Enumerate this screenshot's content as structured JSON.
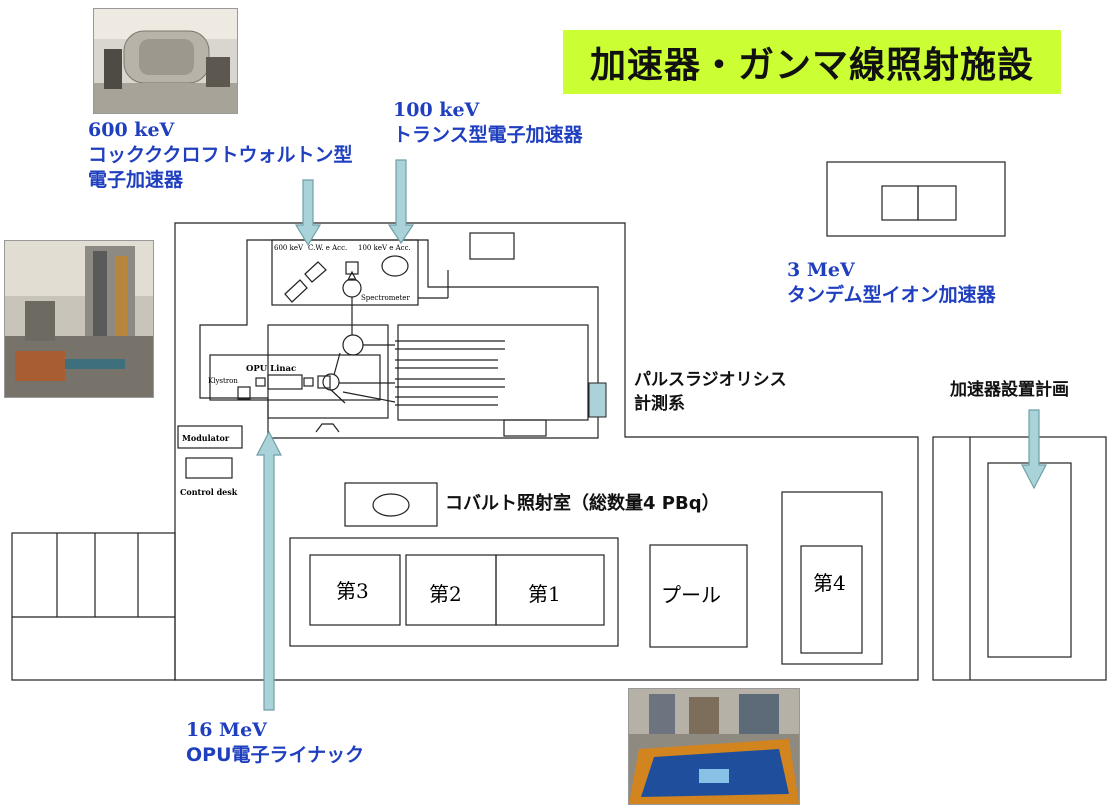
{
  "title": "加速器・ガンマ線照射施設",
  "labels": {
    "kev600_energy": "600 keV",
    "kev600_desc1": "コックククロフトウォルトン型",
    "kev600_desc2": "電子加速器",
    "kev100_energy": "100 keV",
    "kev100_desc": "トランス型電子加速器",
    "mev3_energy": "3 MeV",
    "mev3_desc": "タンデム型イオン加速器",
    "mev16_energy": "16 MeV",
    "mev16_desc": "OPU電子ライナック",
    "pulse1": "パルスラジオリシス",
    "pulse2": "計測系",
    "plan": "加速器設置計画",
    "cobalt": "コバルト照射室（総数量4 PBq）"
  },
  "diagram": {
    "acc_600": "600 keV",
    "acc_cw": "C.W. e Acc.",
    "acc_100": "100 keV e Acc.",
    "spectrometer": "Spectrometer",
    "linac": "OPU Linac",
    "klystron": "Klystron",
    "modulator": "Modulator",
    "control_desk": "Control desk",
    "room3": "第3",
    "room2": "第2",
    "room1": "第1",
    "pool": "プール",
    "room4": "第4"
  },
  "colors": {
    "title_bg": "#ccff33",
    "label_blue": "#1f3fbf",
    "arrow_fill": "#a9d3d8",
    "arrow_stroke": "#6f9fa7"
  }
}
